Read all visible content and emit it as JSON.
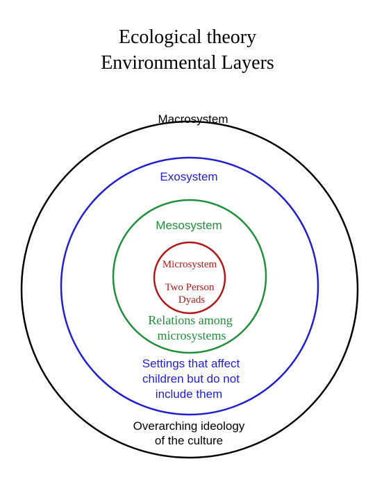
{
  "title": {
    "line1": "Ecological theory",
    "line2": "Environmental Layers"
  },
  "layers": {
    "macrosystem": {
      "name": "Macrosystem",
      "description": [
        "Overarching ideology",
        "of the culture"
      ],
      "color": "#000000"
    },
    "exosystem": {
      "name": "Exosystem",
      "description": [
        "Settings that affect",
        "children but do not",
        "include them"
      ],
      "color": "#1f1fd0"
    },
    "mesosystem": {
      "name": "Mesosystem",
      "description": [
        "Relations among",
        "microsystems"
      ],
      "color": "#1f8f3a"
    },
    "microsystem": {
      "name": "Microsystem",
      "description": [
        "Two Person",
        "Dyads"
      ],
      "color": "#b01818"
    }
  }
}
